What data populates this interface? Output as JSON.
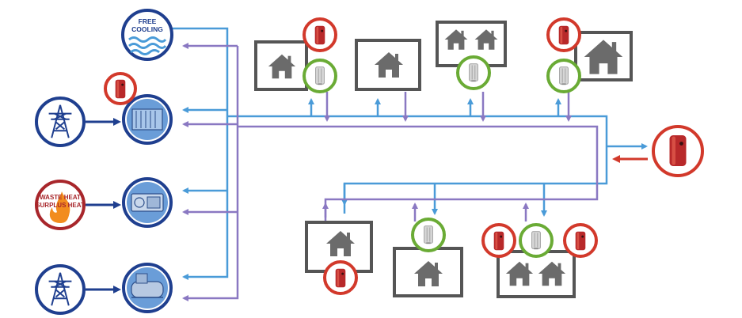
{
  "labels": {
    "free_cooling_line1": "FREE",
    "free_cooling_line2": "COOLING",
    "waste_heat_line1": "WASTE HEAT",
    "waste_heat_line2": "SURPLUS HEAT"
  },
  "colors": {
    "supply_pipe": "#4a9bd8",
    "return_pipe": "#8a78c2",
    "navy": "#1f3f8f",
    "house_grey": "#6b6b6b",
    "storage_red": "#d2392b",
    "terminal_green": "#6aab35",
    "waste_heat_red": "#a8262b",
    "flame_orange": "#f28c1e",
    "export_red": "#d2392b"
  },
  "icons": {
    "free_cooling": "water-waves-icon",
    "grid": "power-pylon-icon",
    "waste_heat": "flame-icon",
    "dry_cooler": "dry-cooler-icon",
    "heat_pump": "heat-pump-icon",
    "chiller": "chiller-icon",
    "storage_tank": "storage-tank-icon",
    "terminal_unit": "radiator-icon",
    "building": "house-icon"
  }
}
